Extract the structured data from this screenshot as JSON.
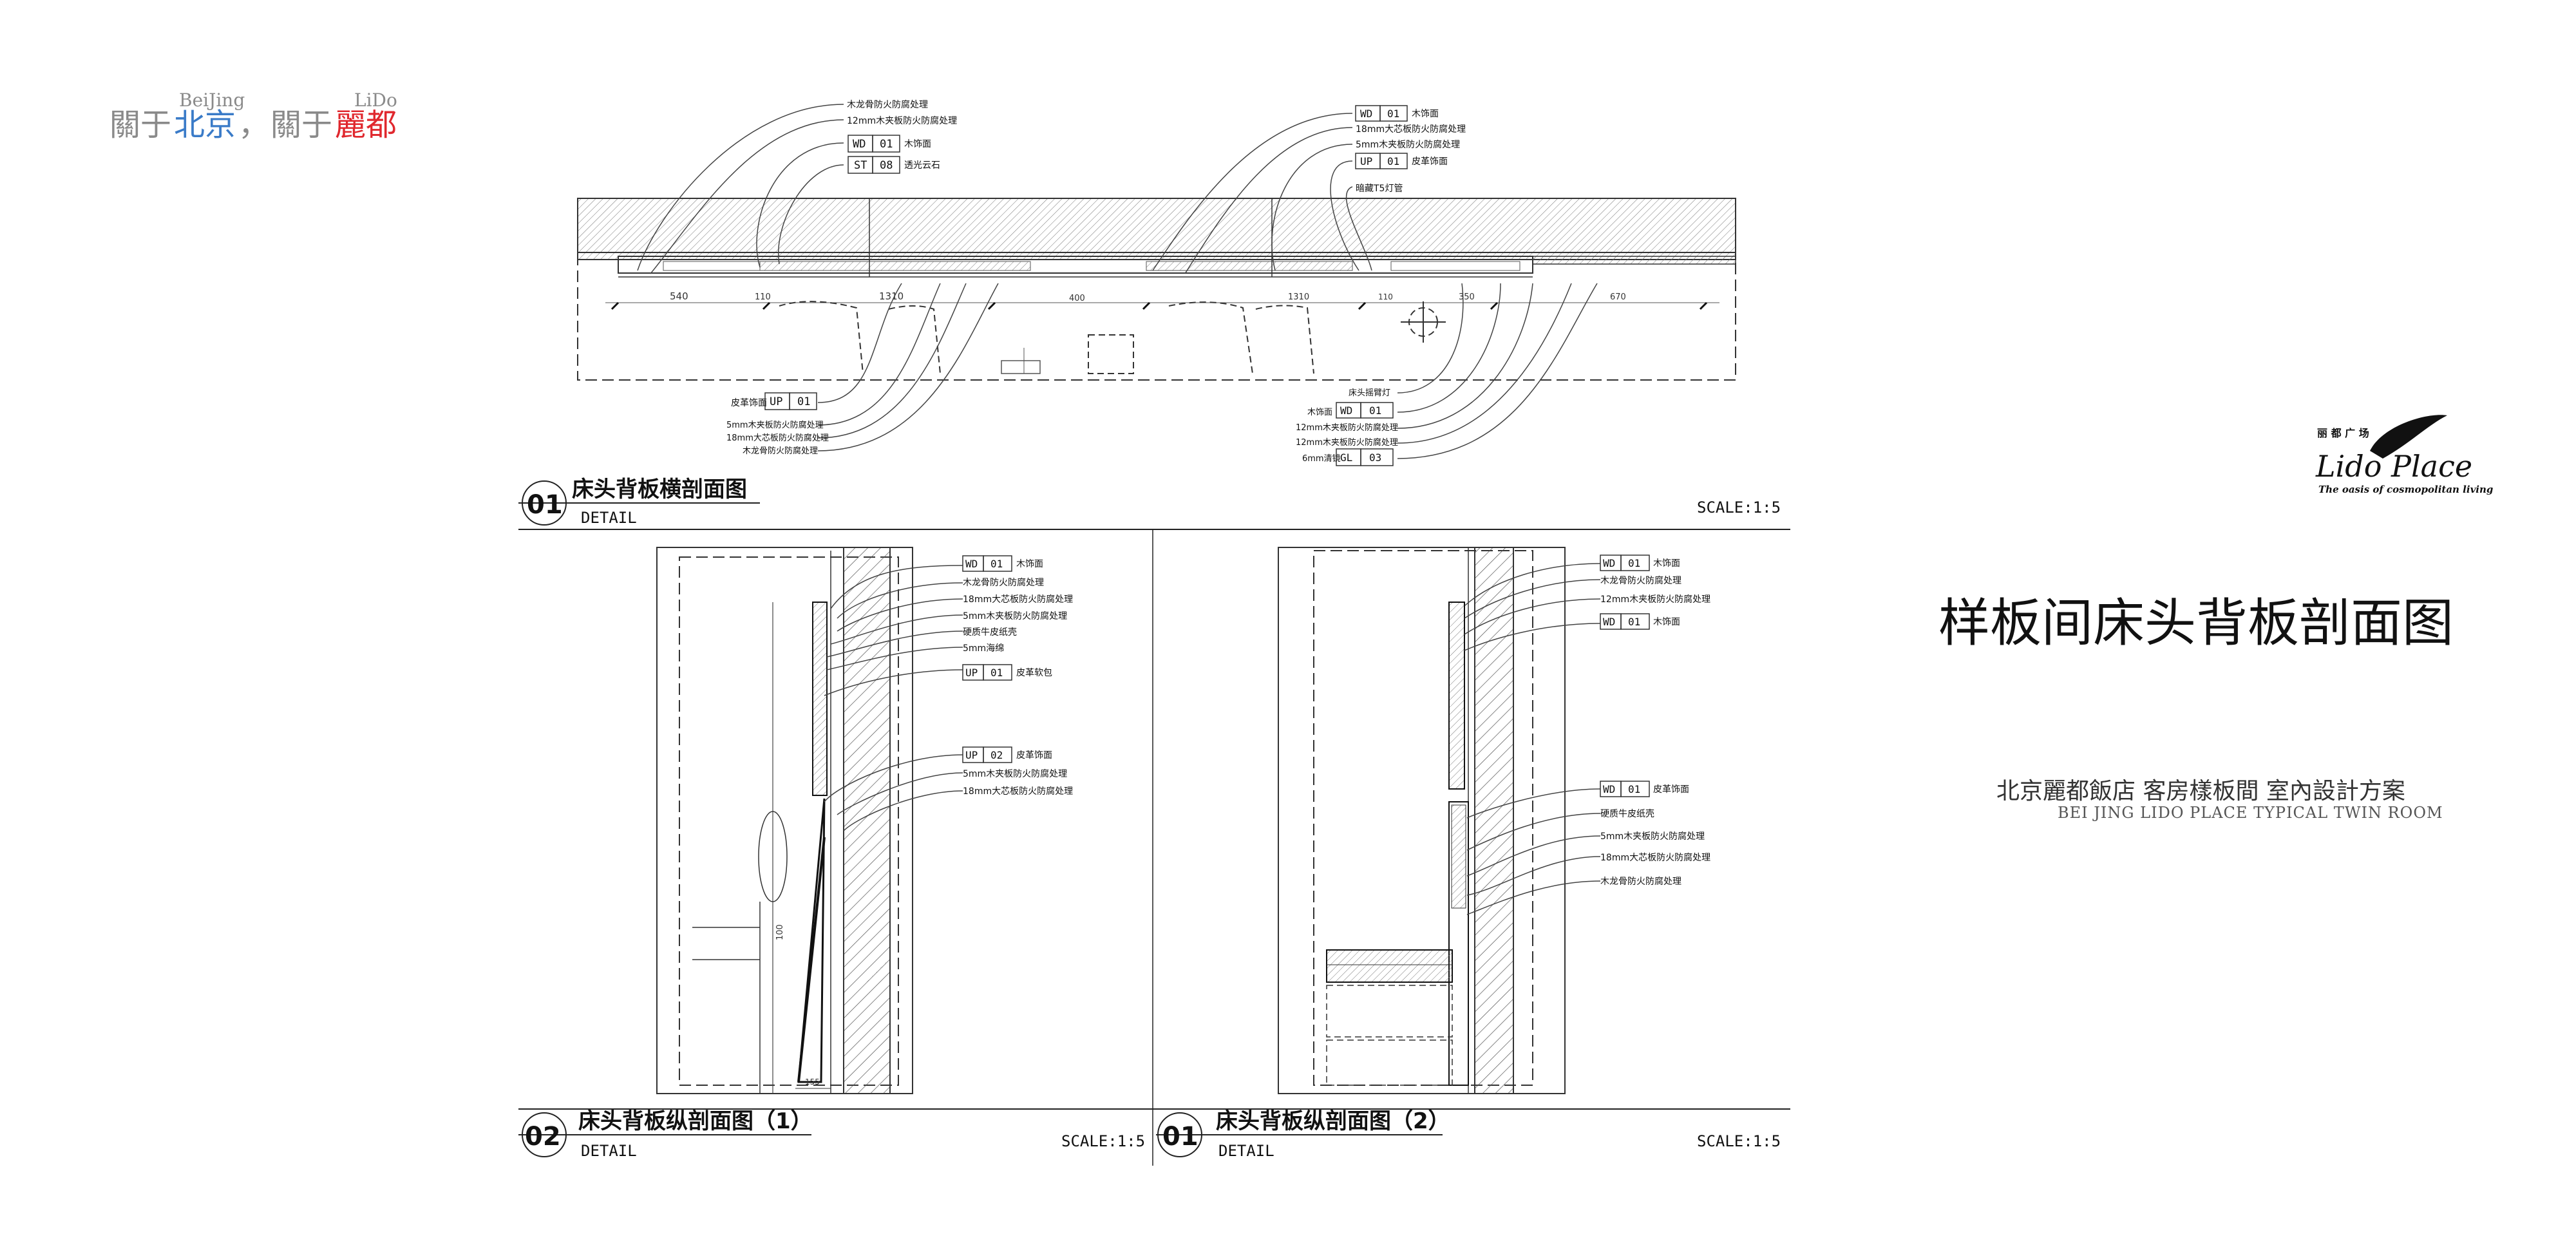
{
  "branding": {
    "pinyin_beijing": "BeiJing",
    "pinyin_lido": "LiDo",
    "guan_yu_1": "關于",
    "beijing": "北京",
    "comma": "，",
    "guan_yu_2": "關于",
    "lidu": "麗都",
    "colors": {
      "blue": "#3a7bc8",
      "red": "#e0282e",
      "gray": "#8a8a8a"
    }
  },
  "logo": {
    "chinese": "丽  都  广  场",
    "name": "Lido Place",
    "tagline": "The oasis of cosmopolitan living"
  },
  "titles": {
    "main": "样板间床头背板剖面图",
    "project_cn": "北京麗都飯店  客房樣板間  室內設計方案",
    "project_en": "BEI JING LIDO PLACE TYPICAL TWIN ROOM"
  },
  "panels": {
    "p1": {
      "number": "01",
      "title": "床头背板横剖面图",
      "sub": "DETAIL",
      "scale": "SCALE:1:5"
    },
    "p2": {
      "number": "02",
      "title": "床头背板纵剖面图（1）",
      "sub": "DETAIL",
      "scale": "SCALE:1:5"
    },
    "p3": {
      "number": "01",
      "title": "床头背板纵剖面图（2）",
      "sub": "DETAIL",
      "scale": "SCALE:1:5"
    }
  },
  "top_left_notes": {
    "n1": "木龙骨防火防腐处理",
    "n2": "12mm木夹板防火防腐处理",
    "wd_code": "WD",
    "wd_num": "01",
    "wd_desc": "木饰面",
    "st_code": "ST",
    "st_num": "08",
    "st_desc": "透光云石"
  },
  "top_right_notes": {
    "wd_code": "WD",
    "wd_num": "01",
    "wd_desc": "木饰面",
    "n1": "18mm大芯板防火防腐处理",
    "n2": "5mm木夹板防火防腐处理",
    "up_code": "UP",
    "up_num": "01",
    "up_desc": "皮革饰面",
    "n3": "暗藏T5灯管"
  },
  "bottom_left_notes": {
    "up_desc": "皮革饰面",
    "up_code": "UP",
    "up_num": "01",
    "n1": "5mm木夹板防火防腐处理",
    "n2": "18mm大芯板防火防腐处理",
    "n3": "木龙骨防火防腐处理"
  },
  "bottom_right_notes": {
    "n1": "床头摇臂灯",
    "wd_desc": "木饰面",
    "wd_code": "WD",
    "wd_num": "01",
    "n2": "12mm木夹板防火防腐处理",
    "n3": "12mm木夹板防火防腐处理",
    "gl_desc": "6mm清镜",
    "gl_code": "GL",
    "gl_num": "03"
  },
  "dims_h": {
    "d1": "540",
    "d2": "110",
    "d3": "1310",
    "d4": "400",
    "d5": "1310",
    "d6": "110",
    "d7": "350",
    "d8": "670"
  },
  "section1_notes": {
    "wd_code": "WD",
    "wd_num": "01",
    "wd_desc": "木饰面",
    "n1": "木龙骨防火防腐处理",
    "n2": "18mm大芯板防火防腐处理",
    "n3": "5mm木夹板防火防腐处理",
    "n4": "硬质牛皮纸壳",
    "n5": "5mm海绵",
    "up1_code": "UP",
    "up1_num": "01",
    "up1_desc": "皮革软包",
    "up2_code": "UP",
    "up2_num": "02",
    "up2_desc": "皮革饰面",
    "n6": "5mm木夹板防火防腐处理",
    "n7": "18mm大芯板防火防腐处理",
    "dim_v": "100",
    "dim_h": "155"
  },
  "section2_notes": {
    "wd1_code": "WD",
    "wd1_num": "01",
    "wd1_desc": "木饰面",
    "n1": "木龙骨防火防腐处理",
    "n2": "12mm木夹板防火防腐处理",
    "wd2_code": "WD",
    "wd2_num": "01",
    "wd2_desc": "木饰面",
    "wd3_code": "WD",
    "wd3_num": "01",
    "wd3_desc": "皮革饰面",
    "n3": "硬质牛皮纸壳",
    "n4": "5mm木夹板防火防腐处理",
    "n5": "18mm大芯板防火防腐处理",
    "n6": "木龙骨防火防腐处理"
  }
}
